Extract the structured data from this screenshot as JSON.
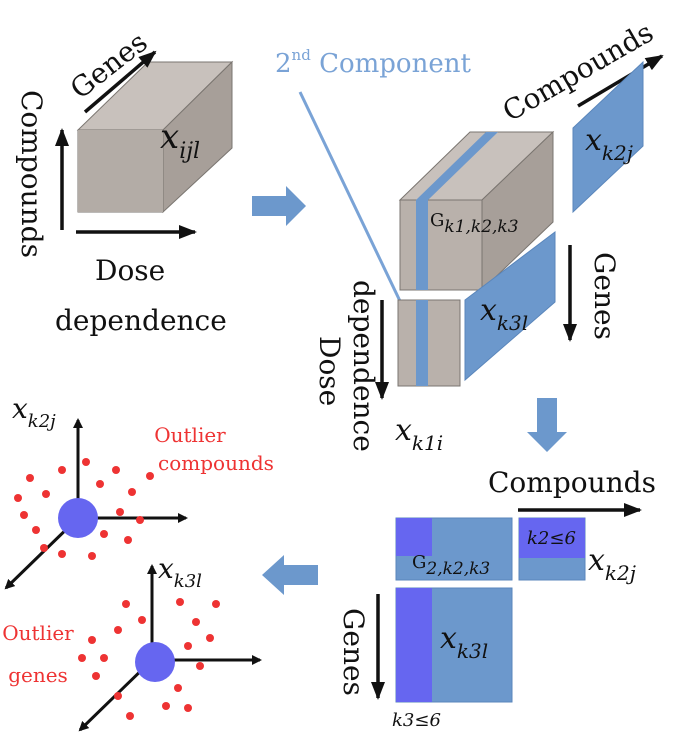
{
  "colors": {
    "tensor_face": "#b9b1ab",
    "tensor_top": "#c8c1bc",
    "tensor_side": "#a79f99",
    "component_blue": "#6c98cc",
    "component_stripe": "#5f8fc8",
    "highlight": "#6666f0",
    "outlier_red": "#ee3333",
    "arrow_blue": "#6c98cc",
    "second_component_text": "#7aa3d6"
  },
  "input_tensor": {
    "axis_genes": "Genes",
    "axis_compounds": "Compounds",
    "axis_dose_line1": "Dose",
    "axis_dose_line2": "dependence",
    "label": "x",
    "label_sub": "ijl"
  },
  "decomposition": {
    "second_component": "2",
    "second_component_sup": "nd",
    "second_component_rest": " Component",
    "core_label": "G",
    "core_sub": "k1,k2,k3",
    "compounds_axis": "Compounds",
    "compounds_factor": "x",
    "compounds_factor_sub": "k2j",
    "genes_axis": "Genes",
    "genes_factor": "x",
    "genes_factor_sub": "k3l",
    "dose_axis_line1": "Dose",
    "dose_axis_line2": "dependence",
    "dose_factor": "x",
    "dose_factor_sub": "k1i"
  },
  "selection": {
    "compounds_axis": "Compounds",
    "genes_axis": "Genes",
    "core_label": "G",
    "core_sub": "2,k2,k3",
    "k2_condition": "k2≤6",
    "k3_condition": "k3≤6",
    "compound_factor": "x",
    "compound_factor_sub": "k2j",
    "gene_factor": "x",
    "gene_factor_sub": "k3l"
  },
  "outliers": {
    "compounds_axis_label": "x",
    "compounds_axis_sub": "k2j",
    "compounds_text_line1": "Outlier",
    "compounds_text_line2": "compounds",
    "genes_axis_label": "x",
    "genes_axis_sub": "k3l",
    "genes_text_line1": "Outlier",
    "genes_text_line2": "genes"
  }
}
